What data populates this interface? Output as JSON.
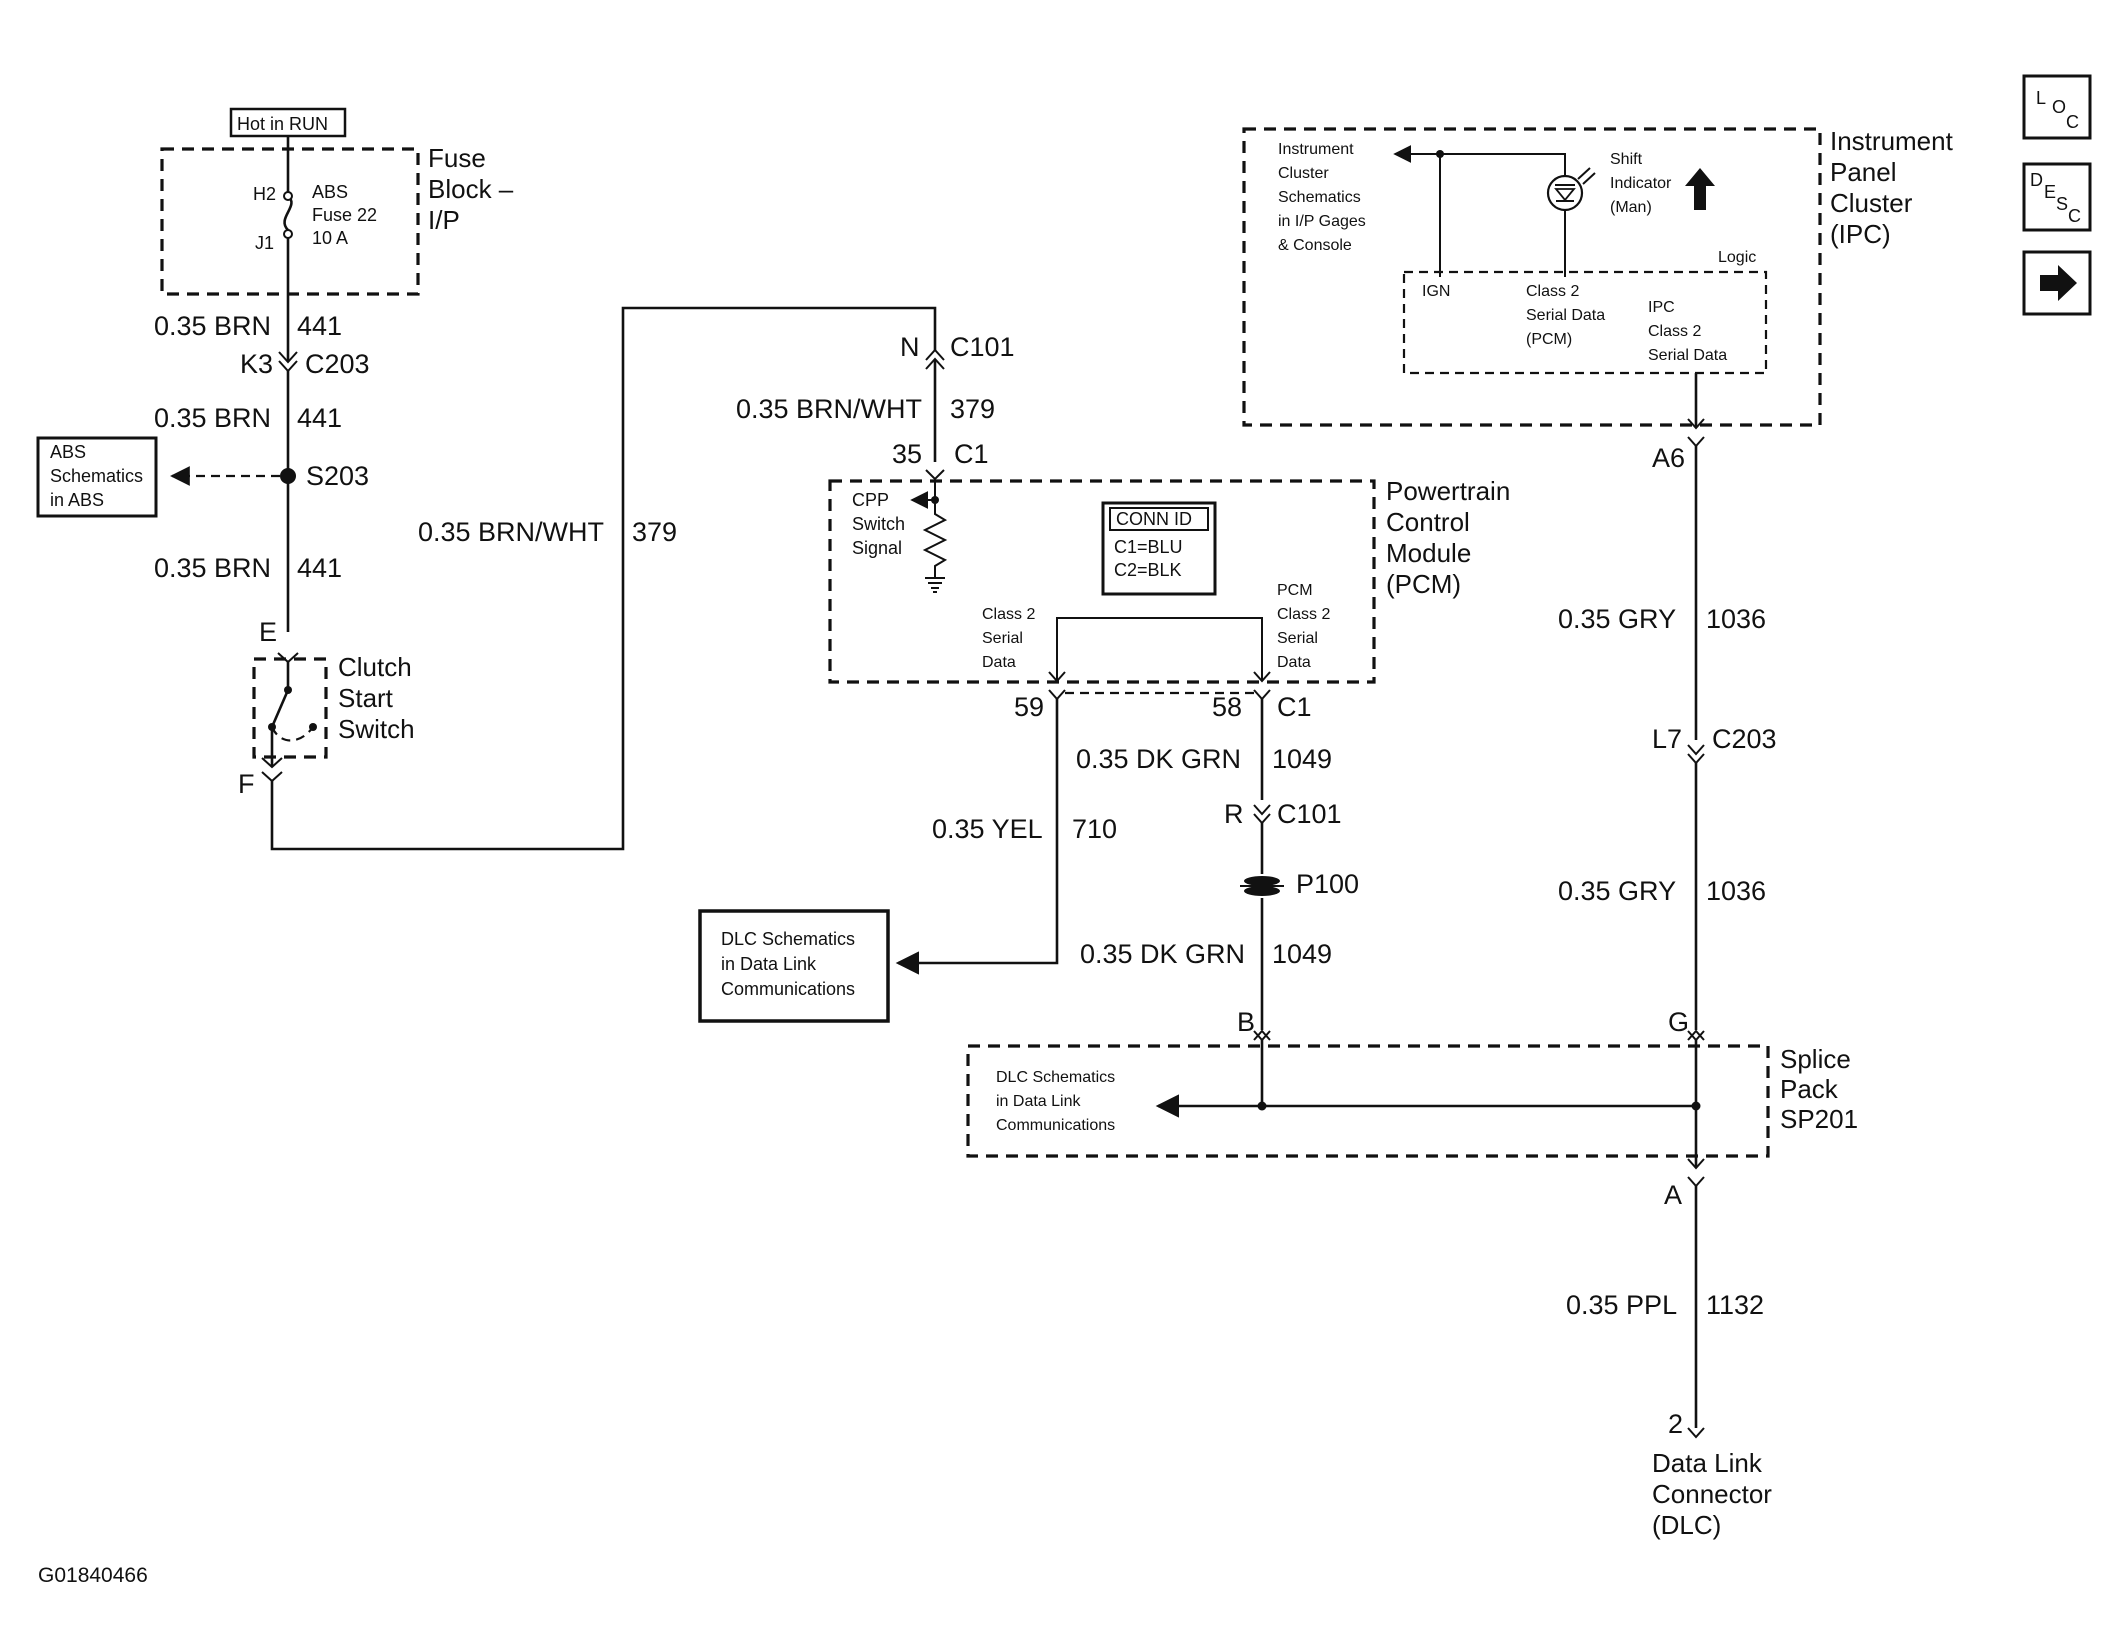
{
  "diagram_id": "G01840466",
  "nav": {
    "loc": {
      "l": "L",
      "o": "O",
      "c": "C"
    },
    "desc": {
      "d": "D",
      "e": "E",
      "s": "S",
      "c": "C"
    }
  },
  "fuse_block": {
    "hot_in_run": "Hot in RUN",
    "title": [
      "Fuse",
      "Block –",
      "I/P"
    ],
    "h2": "H2",
    "j1": "J1",
    "fuse": [
      "ABS",
      "Fuse 22",
      "10 A"
    ]
  },
  "left_circuit": {
    "wire1": {
      "gauge": "0.35 BRN",
      "num": "441"
    },
    "k3": "K3",
    "c203": "C203",
    "wire2": {
      "gauge": "0.35 BRN",
      "num": "441"
    },
    "s203": "S203",
    "abs_ref": [
      "ABS",
      "Schematics",
      "in ABS"
    ],
    "wire3": {
      "gauge": "0.35 BRN",
      "num": "441"
    },
    "e": "E",
    "f": "F",
    "clutch": [
      "Clutch",
      "Start",
      "Switch"
    ],
    "loop_wire": {
      "gauge": "0.35 BRN/WHT",
      "num": "379"
    }
  },
  "pcm": {
    "n": "N",
    "c101": "C101",
    "wire": {
      "gauge": "0.35 BRN/WHT",
      "num": "379"
    },
    "pin35": "35",
    "c1": "C1",
    "cpp": [
      "CPP",
      "Switch",
      "Signal"
    ],
    "conn_id": "CONN ID",
    "conn_c1": "C1=BLU",
    "conn_c2": "C2=BLK",
    "class2": [
      "Class 2",
      "Serial",
      "Data"
    ],
    "pcm_class2": [
      "PCM",
      "Class 2",
      "Serial",
      "Data"
    ],
    "title": [
      "Powertrain",
      "Control",
      "Module",
      "(PCM)"
    ],
    "pin59": "59",
    "pin58": "58",
    "c1b": "C1"
  },
  "middle": {
    "dkgrn1": {
      "gauge": "0.35 DK GRN",
      "num": "1049"
    },
    "r": "R",
    "c101": "C101",
    "p100": "P100",
    "yel": {
      "gauge": "0.35 YEL",
      "num": "710"
    },
    "dlc_box": [
      "DLC Schematics",
      "in Data Link",
      "Communications"
    ],
    "dkgrn2": {
      "gauge": "0.35 DK GRN",
      "num": "1049"
    },
    "b": "B"
  },
  "ipc": {
    "instr_ref": [
      "Instrument",
      "Cluster",
      "Schematics",
      "in I/P Gages",
      "& Console"
    ],
    "shift": [
      "Shift",
      "Indicator",
      "(Man)"
    ],
    "logic": "Logic",
    "ign": "IGN",
    "class2pcm": [
      "Class 2",
      "Serial Data",
      "(PCM)"
    ],
    "ipc_class2": [
      "IPC",
      "Class 2",
      "Serial Data"
    ],
    "title": [
      "Instrument",
      "Panel",
      "Cluster",
      "(IPC)"
    ],
    "a6": "A6"
  },
  "right_circuit": {
    "gry1": {
      "gauge": "0.35 GRY",
      "num": "1036"
    },
    "l7": "L7",
    "c203": "C203",
    "gry2": {
      "gauge": "0.35 GRY",
      "num": "1036"
    },
    "g": "G",
    "splice": [
      "Splice",
      "Pack",
      "SP201"
    ],
    "splice_ref": [
      "DLC Schematics",
      "in Data Link",
      "Communications"
    ],
    "a": "A",
    "ppl": {
      "gauge": "0.35 PPL",
      "num": "1132"
    },
    "pin2": "2",
    "dlc": [
      "Data Link",
      "Connector",
      "(DLC)"
    ]
  }
}
